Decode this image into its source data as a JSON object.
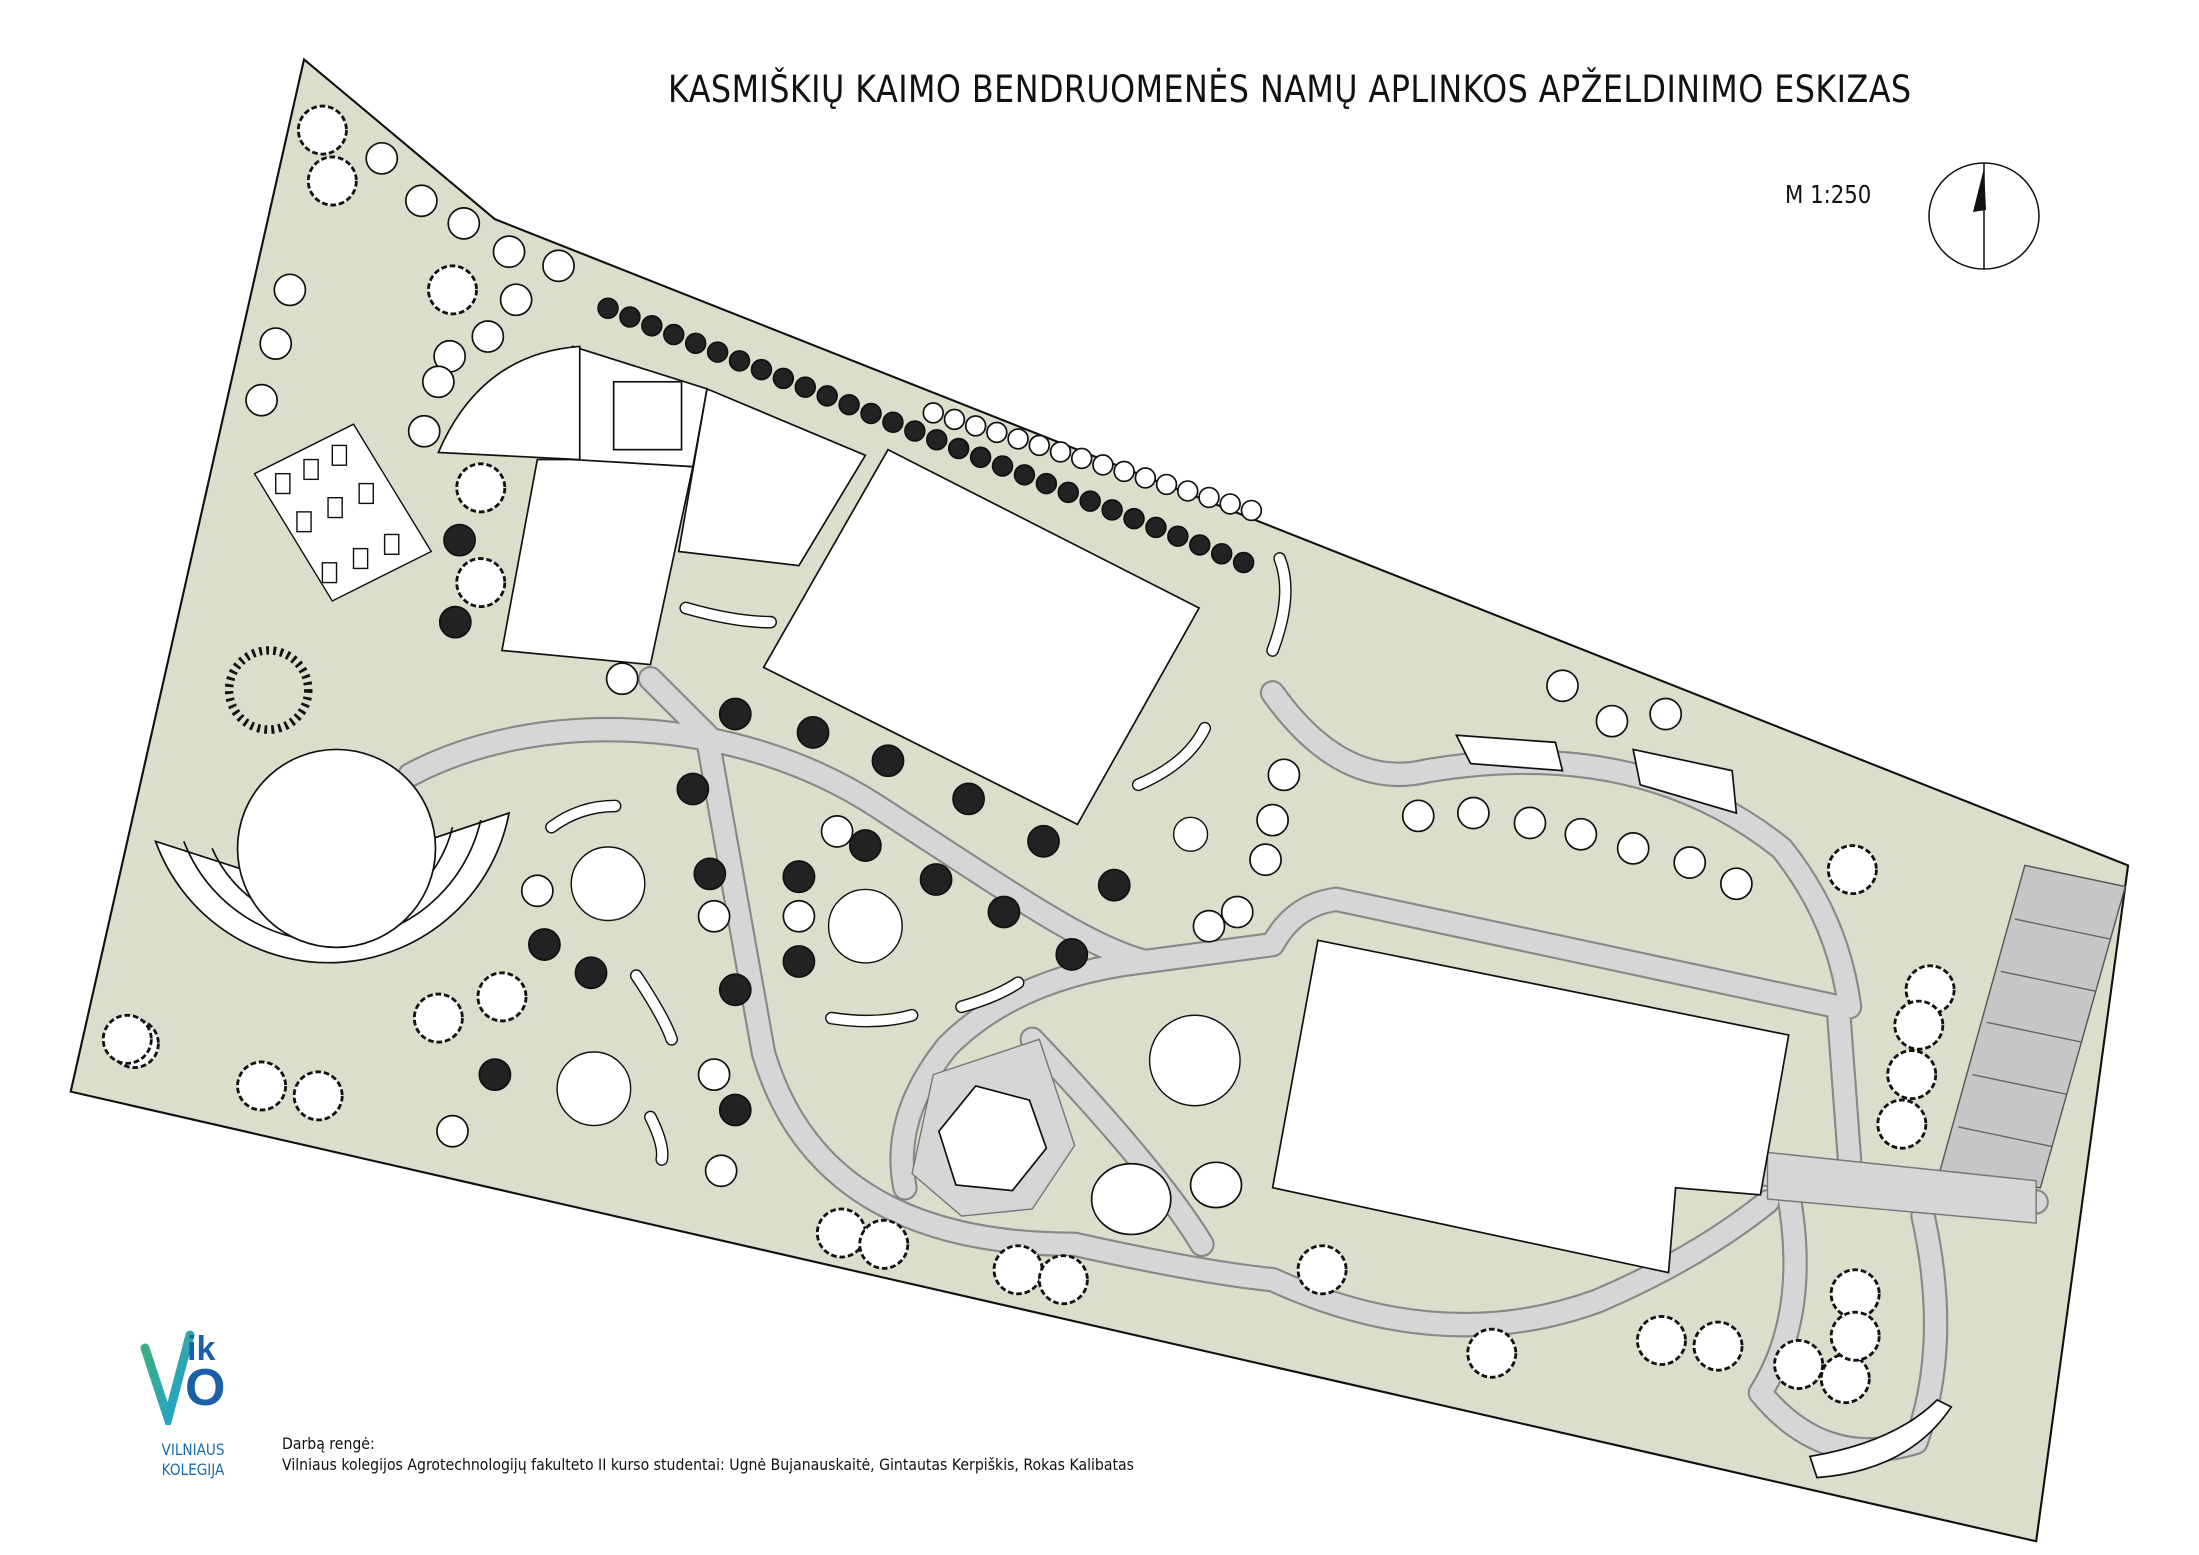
{
  "title": "KASMIŠKIŲ KAIMO BENDRUOMENĖS NAMŲ APLINKOS APŽELDINIMO ESKIZAS",
  "scale_label": "M 1:250",
  "north_arrow": "north-arrow-icon",
  "logo": {
    "mark_top": "ik",
    "mark_bottom": "O",
    "name_line1": "VILNIAUS",
    "name_line2": "KOLEGIJA"
  },
  "credits": {
    "heading": "Darbą rengė:",
    "authors": "Vilniaus kolegijos Agrotechnologijų fakulteto II kurso studentai: Ugnė Bujanauskaitė, Gintautas Kerpiškis, Rokas Kalibatas"
  },
  "colors": {
    "lawn": "#d9dfca",
    "path": "#d6d6d6",
    "parking": "#c8c8c8",
    "building": "#ffffff",
    "outline": "#111111",
    "logo_blue": "#1b5fa6",
    "logo_green": "#3fb07a"
  }
}
